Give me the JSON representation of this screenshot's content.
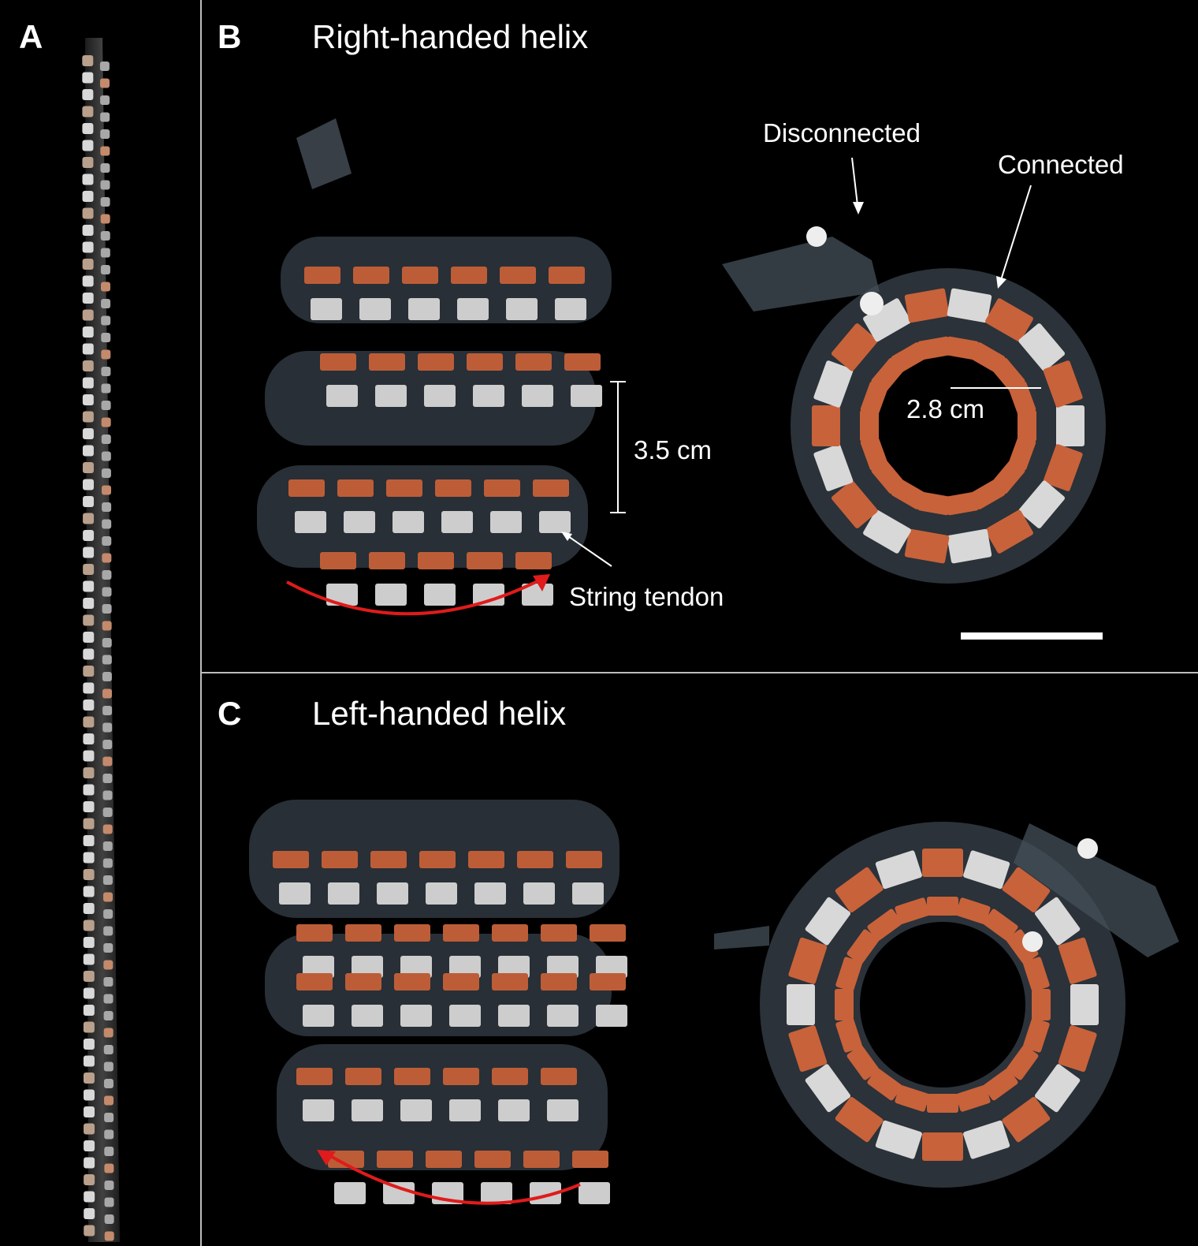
{
  "panels": {
    "a": {
      "letter": "A"
    },
    "b": {
      "letter": "B",
      "title": "Right-handed helix",
      "annotations": {
        "disconnected": "Disconnected",
        "connected": "Connected",
        "height": "3.5 cm",
        "diameter": "2.8 cm",
        "tendon": "String tendon"
      }
    },
    "c": {
      "letter": "C",
      "title": "Left-handed helix"
    }
  },
  "colors": {
    "background": "#000000",
    "copper": "#c8623a",
    "silver": "#d8d8d8",
    "tubing": "#8a9aa6",
    "arrow": "#e01b1b",
    "wire": "#c9c93a",
    "text": "#ffffff"
  }
}
